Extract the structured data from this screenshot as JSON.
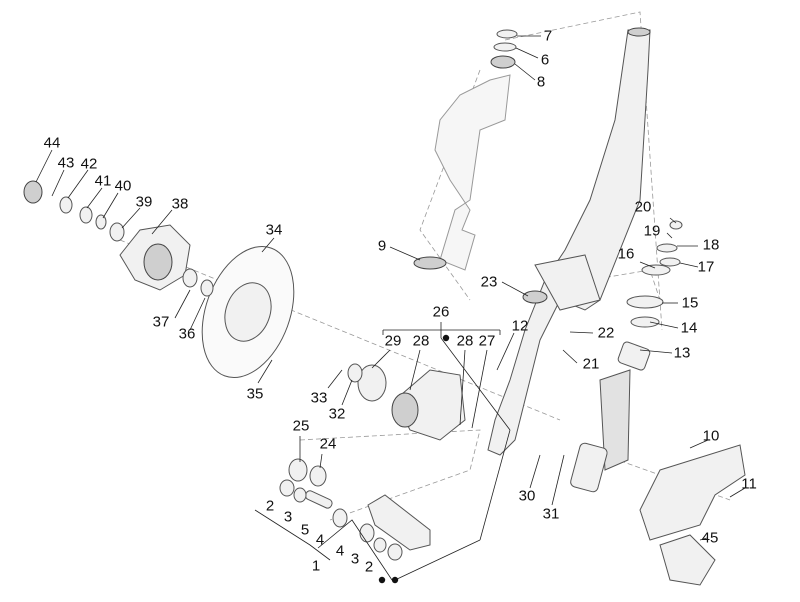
{
  "diagram": {
    "callouts": [
      "1",
      "2",
      "3",
      "4",
      "5",
      "6",
      "7",
      "8",
      "9",
      "10",
      "11",
      "12",
      "13",
      "14",
      "15",
      "16",
      "17",
      "18",
      "19",
      "20",
      "21",
      "22",
      "23",
      "24",
      "25",
      "26",
      "27",
      "28",
      "29",
      "30",
      "31",
      "32",
      "33",
      "34",
      "35",
      "36",
      "37",
      "38",
      "39",
      "40",
      "41",
      "42",
      "43",
      "44",
      "45"
    ],
    "colors": {
      "line": "#222222",
      "part_fill": "#f1f1f1",
      "part_stroke": "#555555"
    }
  }
}
